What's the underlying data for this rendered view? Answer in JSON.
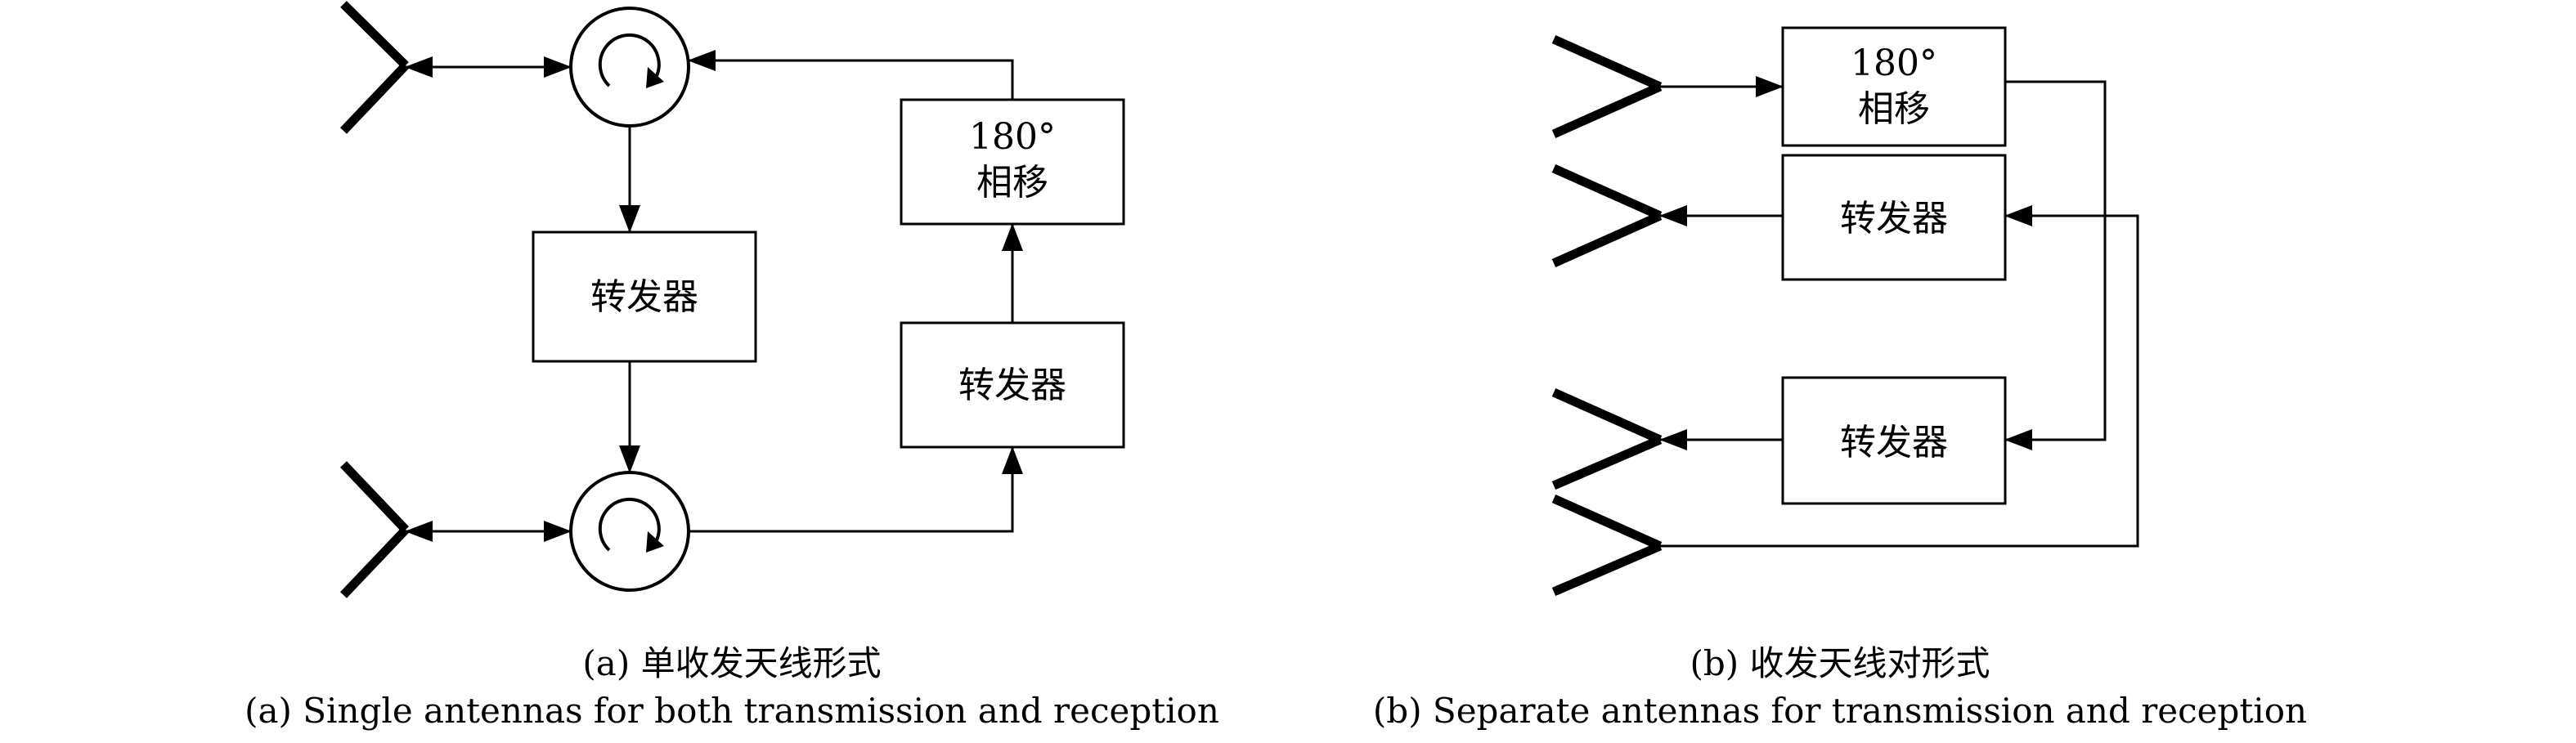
{
  "diagram_a": {
    "box_upper_right": {
      "line1": "180°",
      "line2": "相移"
    },
    "box_left": {
      "label": "转发器"
    },
    "box_lower_right": {
      "label": "转发器"
    },
    "caption_zh": "(a) 单收发天线形式",
    "caption_en": "(a) Single antennas for both transmission and reception"
  },
  "diagram_b": {
    "box_top": {
      "line1": "180°",
      "line2": "相移"
    },
    "box_middle": {
      "label": "转发器"
    },
    "box_bottom": {
      "label": "转发器"
    },
    "caption_zh": "(b) 收发天线对形式",
    "caption_en": "(b) Separate antennas for transmission and reception"
  }
}
